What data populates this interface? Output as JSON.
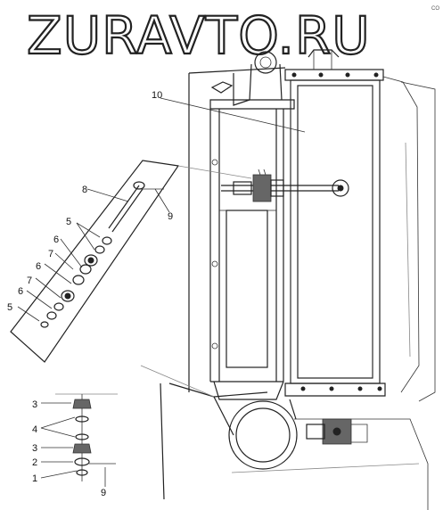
{
  "watermark": "ZURAVTO.RU",
  "corner_mark": "CO",
  "callouts": {
    "c10": "10",
    "c8": "8",
    "c9_top": "9",
    "c5_top": "5",
    "c6_a": "6",
    "c7_a": "7",
    "c6_b": "6",
    "c7_b": "7",
    "c6_c": "6",
    "c5_bottom": "5",
    "c3_a": "3",
    "c4": "4",
    "c3_b": "3",
    "c2": "2",
    "c1": "1",
    "c9_bottom": "9"
  },
  "colors": {
    "line": "#222222",
    "paper": "#ffffff"
  }
}
